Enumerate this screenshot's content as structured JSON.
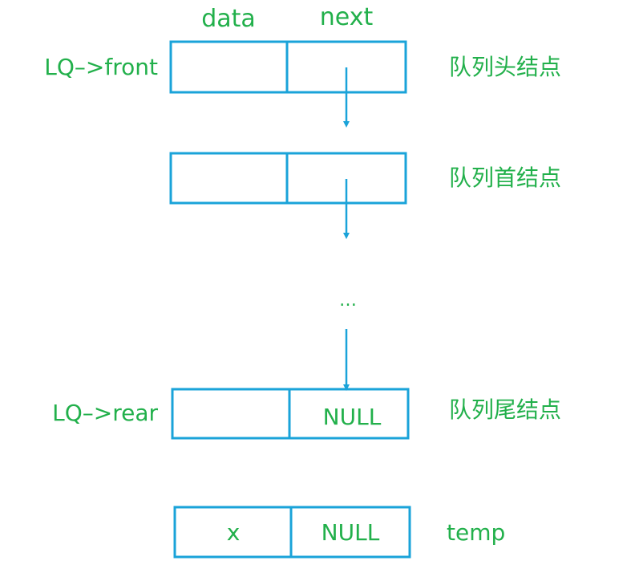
{
  "header": {
    "data_label": "data",
    "next_label": "next"
  },
  "pointers": {
    "front": "LQ–>front",
    "rear": "LQ–>rear"
  },
  "nodes": {
    "head_desc": "队列头结点",
    "first_desc": "队列首结点",
    "rear_desc": "队列尾结点",
    "rear_next": "NULL",
    "temp_data": "x",
    "temp_next": "NULL",
    "temp_desc": "temp"
  },
  "ellipsis": "…",
  "colors": {
    "text": "#22b04b",
    "stroke": "#1aa3d9"
  }
}
